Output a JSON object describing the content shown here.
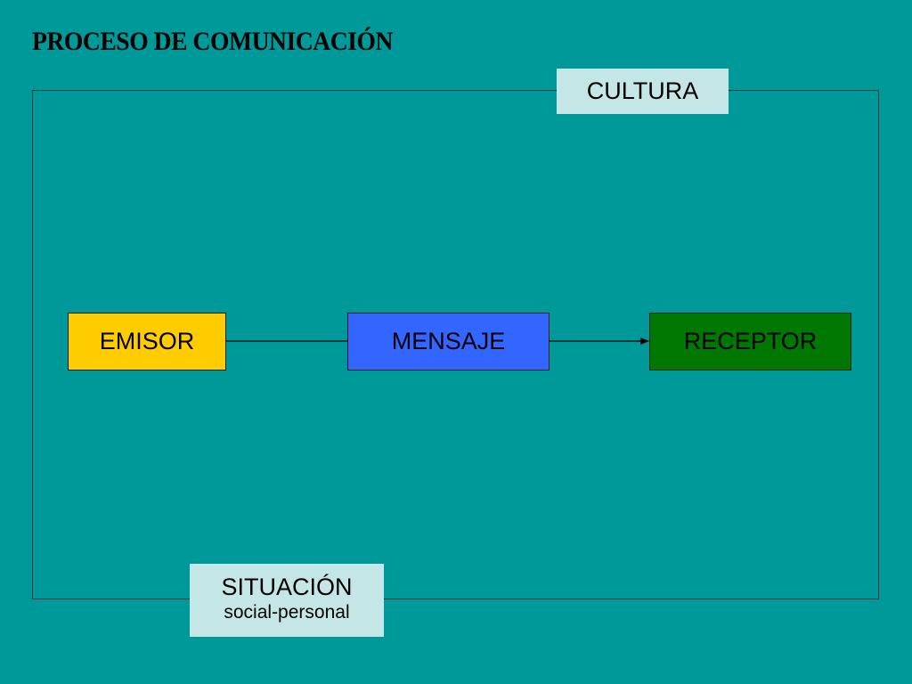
{
  "title": "PROCESO DE COMUNICACIÓN",
  "context": {
    "outer_label": "CULTURA",
    "inner_label": "SITUACIÓN",
    "inner_sublabel": "social-personal"
  },
  "nodes": {
    "sender": "EMISOR",
    "message": "MENSAJE",
    "receiver": "RECEPTOR"
  },
  "colors": {
    "background": "#009999",
    "sender": "#ffcc00",
    "message": "#3366ff",
    "receiver": "#007700",
    "label_box": "#c5e6e6"
  }
}
